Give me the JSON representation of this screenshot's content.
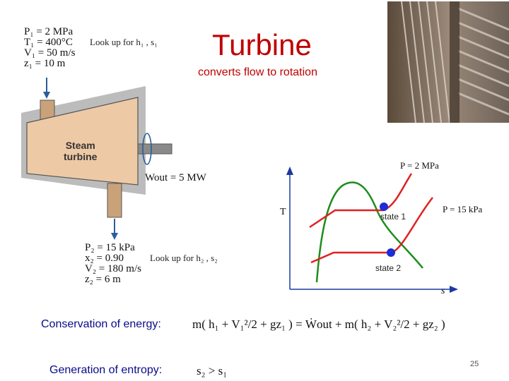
{
  "title": "Turbine",
  "subtitle": "converts flow to rotation",
  "inlet": {
    "lines": [
      "P₁ = 2 MPa",
      "T₁ = 400°C",
      "V₁ = 50 m/s",
      "z₁ = 10 m"
    ],
    "lookup": "Look up for h₁ , s₁"
  },
  "turbine": {
    "label_line1": "Steam",
    "label_line2": "turbine",
    "work": "Wout = 5 MW"
  },
  "outlet": {
    "lines": [
      "P₂ = 15 kPa",
      "x₂ = 0.90",
      "V₂ = 180 m/s",
      "z₂ = 6 m"
    ],
    "lookup": "Look up for h₂ , s₂"
  },
  "ts_diagram": {
    "y_axis": "T",
    "x_axis": "s",
    "p_high": "P = 2 MPa",
    "p_low": "P = 15 kPa",
    "state1": "state 1",
    "state2": "state 2"
  },
  "energy": {
    "label": "Conservation of energy:",
    "equation": "m( h₁ + V₁²/2 + gz₁ ) = Ẇout + m( h₂ + V₂²/2 + gz₂ )"
  },
  "entropy": {
    "label": "Generation of entropy:",
    "inequality": "s₂ > s₁"
  },
  "slide_number": "25",
  "colors": {
    "title": "#c00000",
    "casing": "#eec9a5",
    "green_dome": "#1e8c1e",
    "isobar": "#e02020",
    "state_dot": "#1c2cd6"
  }
}
